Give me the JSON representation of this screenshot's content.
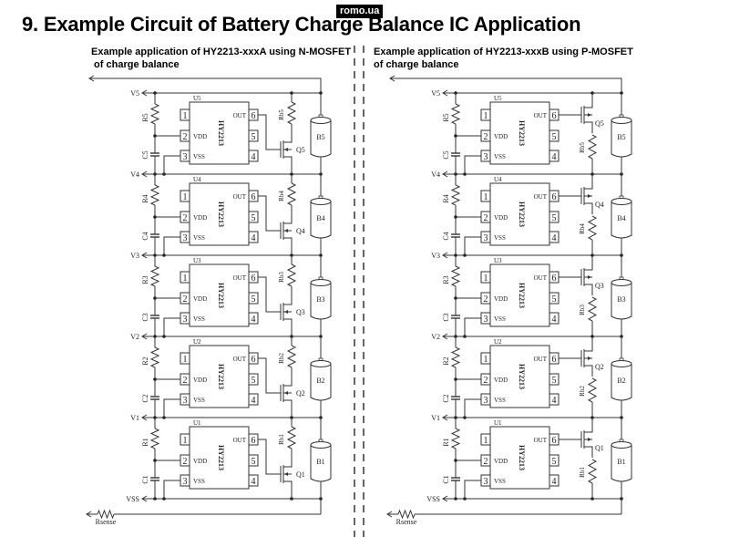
{
  "watermark": "romo.ua",
  "title": "9.  Example Circuit of Battery Charge Balance IC Application",
  "panels": [
    {
      "id": "left",
      "subtitle_line1": "Example application of HY2213-xxxA using N-MOSFET",
      "subtitle_line2": " of charge balance",
      "mosfet_type": "N-MOSFET"
    },
    {
      "id": "right",
      "subtitle_line1": "Example application of HY2213-xxxB using P-MOSFET",
      "subtitle_line2": "of charge balance",
      "mosfet_type": "P-MOSFET"
    }
  ],
  "ic": {
    "part": "HY2213",
    "pins_left": [
      {
        "num": "1",
        "label": ""
      },
      {
        "num": "2",
        "label": "VDD"
      },
      {
        "num": "3",
        "label": "VSS"
      }
    ],
    "pins_right": [
      {
        "num": "6",
        "label": "OUT"
      },
      {
        "num": "5",
        "label": ""
      },
      {
        "num": "4",
        "label": ""
      }
    ]
  },
  "cells": [
    {
      "rail": "V5",
      "ic": "U5",
      "r": "R5",
      "c": "C5",
      "rb": "Rb5",
      "q": "Q5",
      "battery": "B5"
    },
    {
      "rail": "V4",
      "ic": "U4",
      "r": "R4",
      "c": "C4",
      "rb": "Rb4",
      "q": "Q4",
      "battery": "B4"
    },
    {
      "rail": "V3",
      "ic": "U3",
      "r": "R3",
      "c": "C3",
      "rb": "Rb3",
      "q": "Q3",
      "battery": "B3"
    },
    {
      "rail": "V2",
      "ic": "U2",
      "r": "R2",
      "c": "C2",
      "rb": "Rb2",
      "q": "Q2",
      "battery": "B2"
    },
    {
      "rail": "V1",
      "ic": "U1",
      "r": "R1",
      "c": "C1",
      "rb": "Rb1",
      "q": "Q1",
      "battery": "B1"
    }
  ],
  "bottom_rail": "VSS",
  "sense_resistor": "Rsense"
}
